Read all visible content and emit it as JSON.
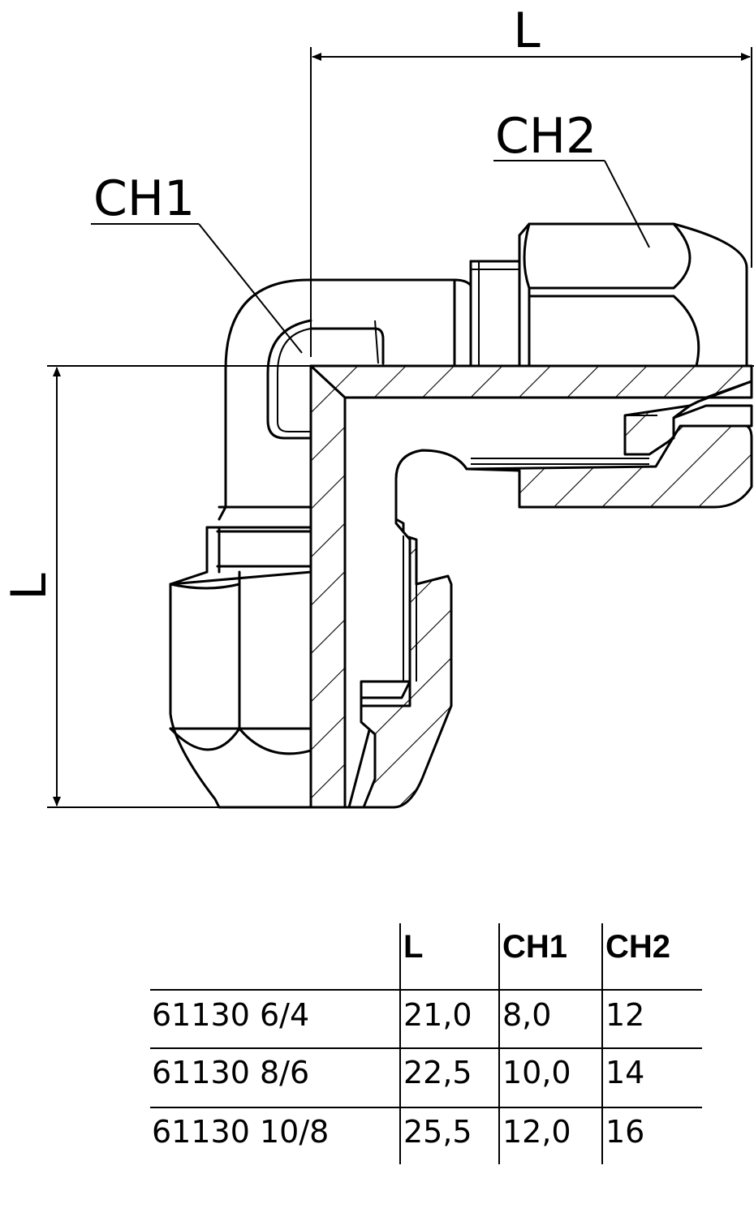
{
  "drawing": {
    "dim_top_label": "L",
    "dim_left_label": "L",
    "callout_ch1": "CH1",
    "callout_ch2": "CH2"
  },
  "table": {
    "headers": [
      "",
      "L",
      "CH1",
      "CH2"
    ],
    "rows": [
      [
        "61130 6/4",
        "21,0",
        "8,0",
        "12"
      ],
      [
        "61130 8/6",
        "22,5",
        "10,0",
        "14"
      ],
      [
        "61130 10/8",
        "25,5",
        "12,0",
        "16"
      ]
    ]
  }
}
